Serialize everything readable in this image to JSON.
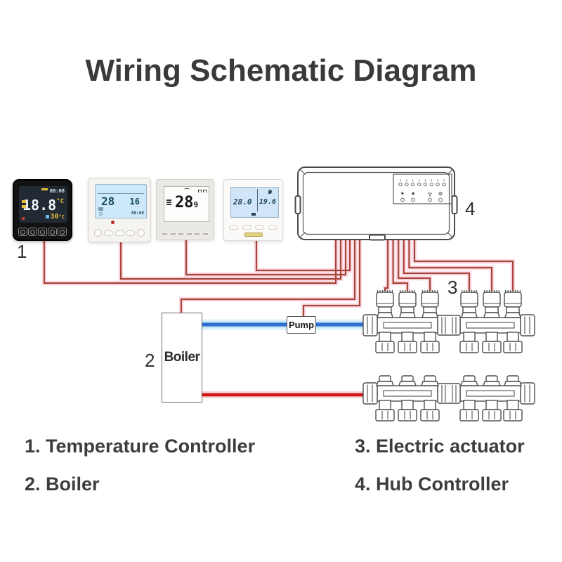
{
  "title": "Wiring Schematic Diagram",
  "legend": {
    "items": [
      {
        "label": "1. Temperature Controller"
      },
      {
        "label": "2. Boiler"
      },
      {
        "label": "3. Electric actuator"
      },
      {
        "label": "4. Hub Controller"
      }
    ]
  },
  "diagram": {
    "callouts": {
      "temperature_controller": "1",
      "boiler": "2",
      "electric_actuator": "3",
      "hub_controller": "4"
    },
    "boiler": {
      "label": "Boiler"
    },
    "pump": {
      "label": "Pump"
    },
    "thermostats": {
      "black": {
        "time": "08:08",
        "temp": "18.8",
        "unit": "°C",
        "set_temp": "30",
        "set_unit": "°C"
      },
      "blue_lcd": {
        "temp": "28",
        "second": "16",
        "clock": "88:88"
      },
      "white_touch": {
        "temp": "28",
        "decimal": "9"
      },
      "split_lcd": {
        "room": "28.0",
        "target": "19.6"
      }
    }
  },
  "colors": {
    "wire": "#a8453a",
    "wire_glow": "#fbdbe3",
    "pipe_blue": "#2e6fd4",
    "pipe_blue_glow": "#d9f2f9",
    "pipe_red": "#cc1414",
    "accent_yellow": "#e8c23a",
    "title_text": "#3a3a3a"
  }
}
